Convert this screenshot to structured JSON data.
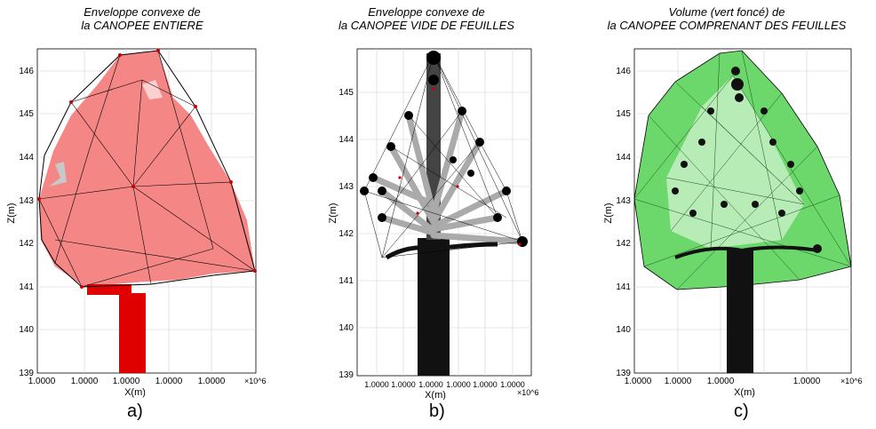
{
  "panels": [
    {
      "id": "a",
      "title_lines": [
        "Enveloppe convexe de",
        "la CANOPEE ENTIERE"
      ],
      "xlabel": "X(m)",
      "ylabel": "Z(m)",
      "y_ticks": [
        "146",
        "145",
        "144",
        "143",
        "142",
        "141",
        "140",
        "139"
      ],
      "x_ticks": [
        "1.0000",
        "1.0000",
        "1.0000",
        "1.0000",
        "1.0000"
      ],
      "multiplier": "×10^6",
      "letter": "a)"
    },
    {
      "id": "b",
      "title_lines": [
        "Enveloppe convexe de",
        "la CANOPEE VIDE DE FEUILLES"
      ],
      "xlabel": "X(m)",
      "ylabel": "Z(m)",
      "y_ticks": [
        "145",
        "144",
        "143",
        "142",
        "141",
        "140",
        "139"
      ],
      "x_ticks": [
        "1.0000",
        "1.0000",
        "1.0000",
        "1.0000",
        "1.0000",
        "1.0000"
      ],
      "multiplier": "×10^6",
      "letter": "b)"
    },
    {
      "id": "c",
      "title_lines": [
        "Volume (vert foncé) de",
        "la CANOPEE COMPRENANT DES FEUILLES"
      ],
      "xlabel": "X(m)",
      "ylabel": "Z(m)",
      "y_ticks": [
        "146",
        "145",
        "144",
        "143",
        "142",
        "141",
        "140",
        "139"
      ],
      "x_ticks": [
        "1.0000",
        "1.0000",
        "1.0000",
        "1.0000"
      ],
      "multiplier": "×10^6",
      "letter": "c)"
    }
  ],
  "chart_data": [
    {
      "type": "scatter",
      "title": "Enveloppe convexe de la CANOPEE ENTIERE",
      "xlabel": "X(m)",
      "ylabel": "Z(m)",
      "ylim": [
        139,
        146.5
      ],
      "yticks": [
        139,
        140,
        141,
        142,
        143,
        144,
        145,
        146
      ],
      "xtick_labels": [
        "1.0000",
        "1.0000",
        "1.0000",
        "1.0000",
        "1.0000"
      ],
      "x_multiplier": "x10^6",
      "grid": true,
      "colors": {
        "points": "#f08080",
        "hull": "#000000",
        "vertices": "#d00000",
        "trunk": "#e00000"
      }
    },
    {
      "type": "scatter",
      "title": "Enveloppe convexe de la CANOPEE VIDE DE FEUILLES",
      "xlabel": "X(m)",
      "ylabel": "Z(m)",
      "ylim": [
        139,
        145.8
      ],
      "yticks": [
        139,
        140,
        141,
        142,
        143,
        144,
        145
      ],
      "xtick_labels": [
        "1.0000",
        "1.0000",
        "1.0000",
        "1.0000",
        "1.0000",
        "1.0000"
      ],
      "x_multiplier": "x10^6",
      "grid": true,
      "colors": {
        "branches": "#b0b0b0",
        "wood": "#000000",
        "hull": "#000000",
        "vertices": "#d00000"
      }
    },
    {
      "type": "scatter",
      "title": "Volume (vert foncé) de la CANOPEE COMPRENANT DES FEUILLES",
      "xlabel": "X(m)",
      "ylabel": "Z(m)",
      "ylim": [
        139,
        146.5
      ],
      "yticks": [
        139,
        140,
        141,
        142,
        143,
        144,
        145,
        146
      ],
      "xtick_labels": [
        "1.0000",
        "1.0000",
        "1.0000",
        "1.0000"
      ],
      "x_multiplier": "x10^6",
      "grid": true,
      "colors": {
        "volume": "#6cd86c",
        "volume_light": "#c4f0c4",
        "wood": "#000000",
        "hull": "#000000"
      }
    }
  ]
}
